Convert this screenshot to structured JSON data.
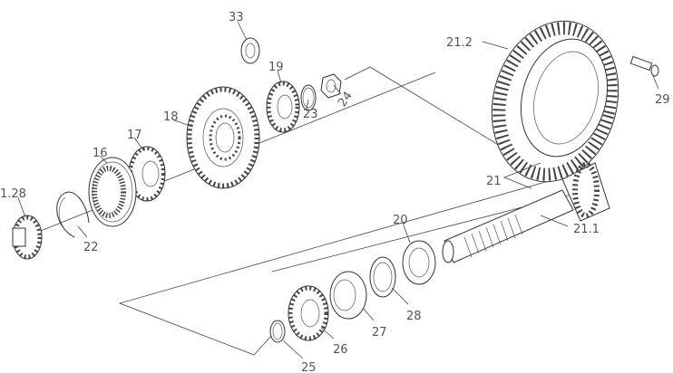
{
  "diagram": {
    "type": "exploded parts diagram",
    "labels": [
      "33",
      "19",
      "24",
      "23",
      "18",
      "17",
      "16",
      "1.28",
      "22",
      "21.2",
      "29",
      "21",
      "21.1",
      "20",
      "28",
      "27",
      "26",
      "25"
    ]
  }
}
